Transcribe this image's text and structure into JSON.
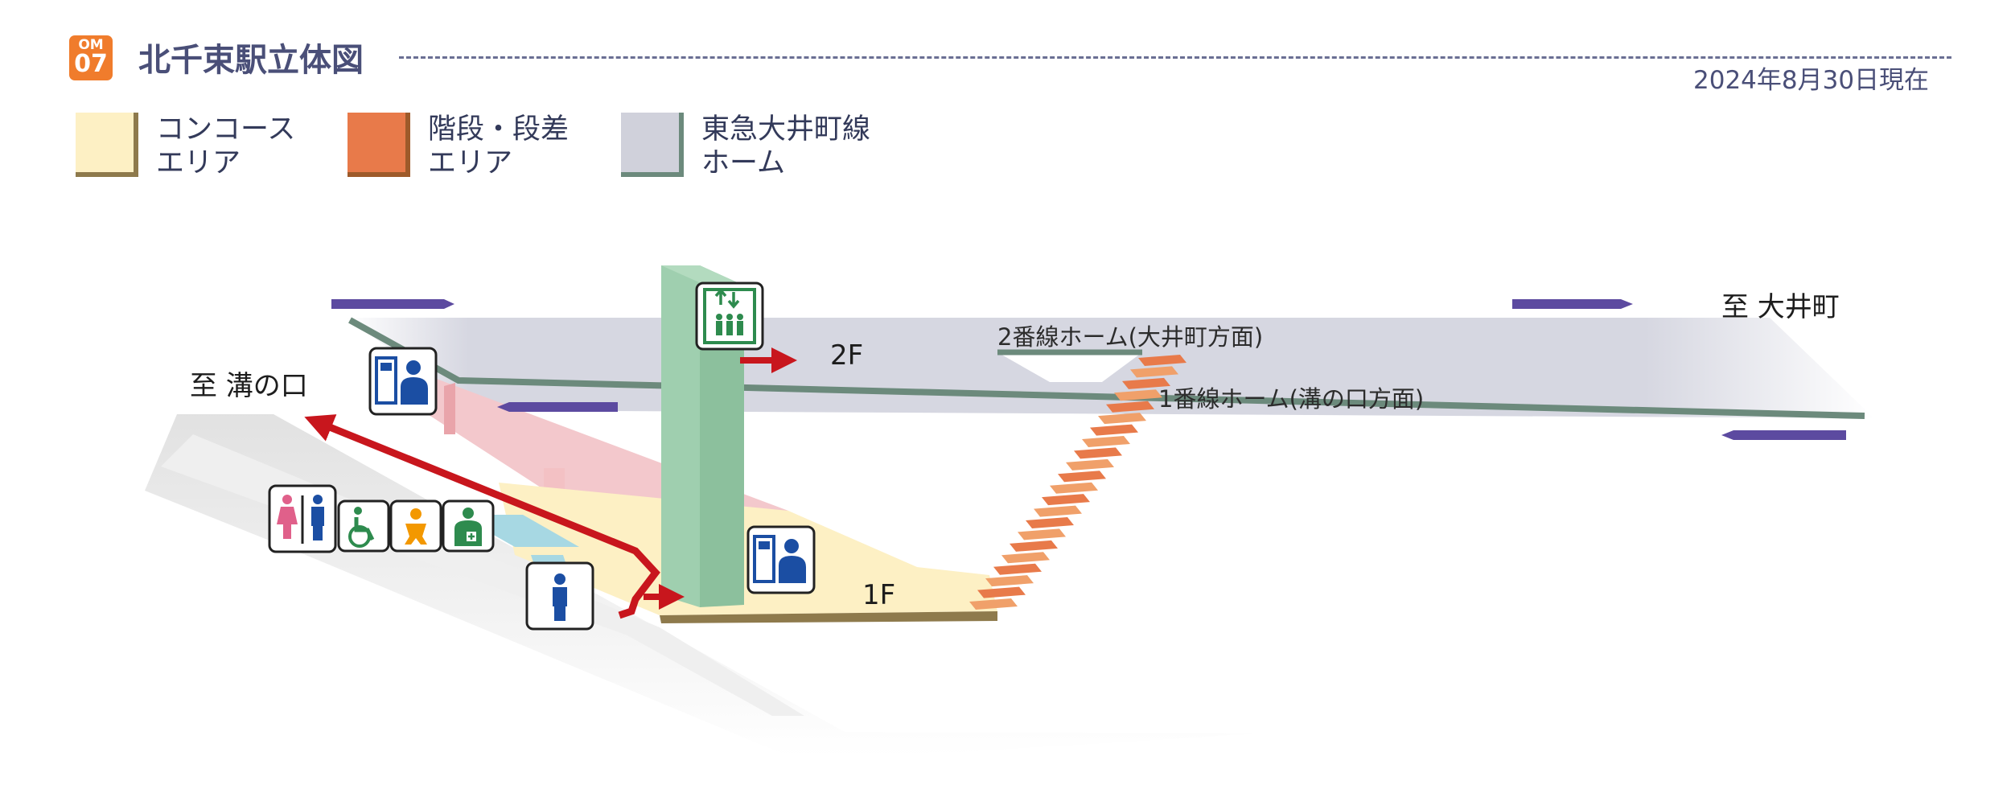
{
  "header": {
    "badge_line": "OM",
    "badge_number": "07",
    "title": "北千束駅立体図",
    "date": "2024年8月30日現在"
  },
  "legend": [
    {
      "line1": "コンコース",
      "line2": "エリア",
      "color": "#fdf0c4",
      "edge": "#8e7a4c"
    },
    {
      "line1": "階段・段差",
      "line2": "エリア",
      "color": "#e87a4a",
      "edge": "#9e5a2a"
    },
    {
      "line1": "東急大井町線",
      "line2": "ホーム",
      "color": "#d0d1db",
      "edge": "#6c8a7c"
    }
  ],
  "diagram": {
    "to_oimachi": "至 大井町",
    "to_mizonokuchi": "至 溝の口",
    "platform2": "2番線ホーム(大井町方面)",
    "platform1": "1番線ホーム(溝の口方面)",
    "floor_2f": "2F",
    "floor_1f": "1F"
  },
  "icons": [
    "elevator-icon",
    "ticket-machine-icon",
    "restroom-icon",
    "accessible-toilet-icon",
    "baby-changing-icon",
    "ostomate-icon",
    "mens-toilet-icon",
    "ticket-machine-icon"
  ]
}
